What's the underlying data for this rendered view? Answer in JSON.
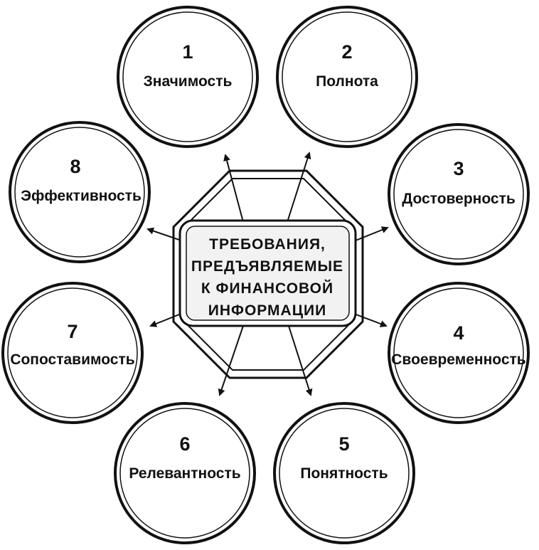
{
  "center": {
    "lines": [
      "ТРЕБОВАНИЯ,",
      "ПРЕДЪЯВЛЯЕМЫЕ",
      "К ФИНАНСОВОЙ",
      "ИНФОРМАЦИИ"
    ]
  },
  "nodes": [
    {
      "number": "1",
      "label": "Значимость"
    },
    {
      "number": "2",
      "label": "Полнота"
    },
    {
      "number": "3",
      "label": "Достоверность"
    },
    {
      "number": "4",
      "label": "Своевременность"
    },
    {
      "number": "5",
      "label": "Понятность"
    },
    {
      "number": "6",
      "label": "Релевантность"
    },
    {
      "number": "7",
      "label": "Сопоставимость"
    },
    {
      "number": "8",
      "label": "Эффективность"
    }
  ],
  "colors": {
    "stroke": "#111111",
    "fill": "#ffffff",
    "center_fill": "#f2f2f2"
  }
}
